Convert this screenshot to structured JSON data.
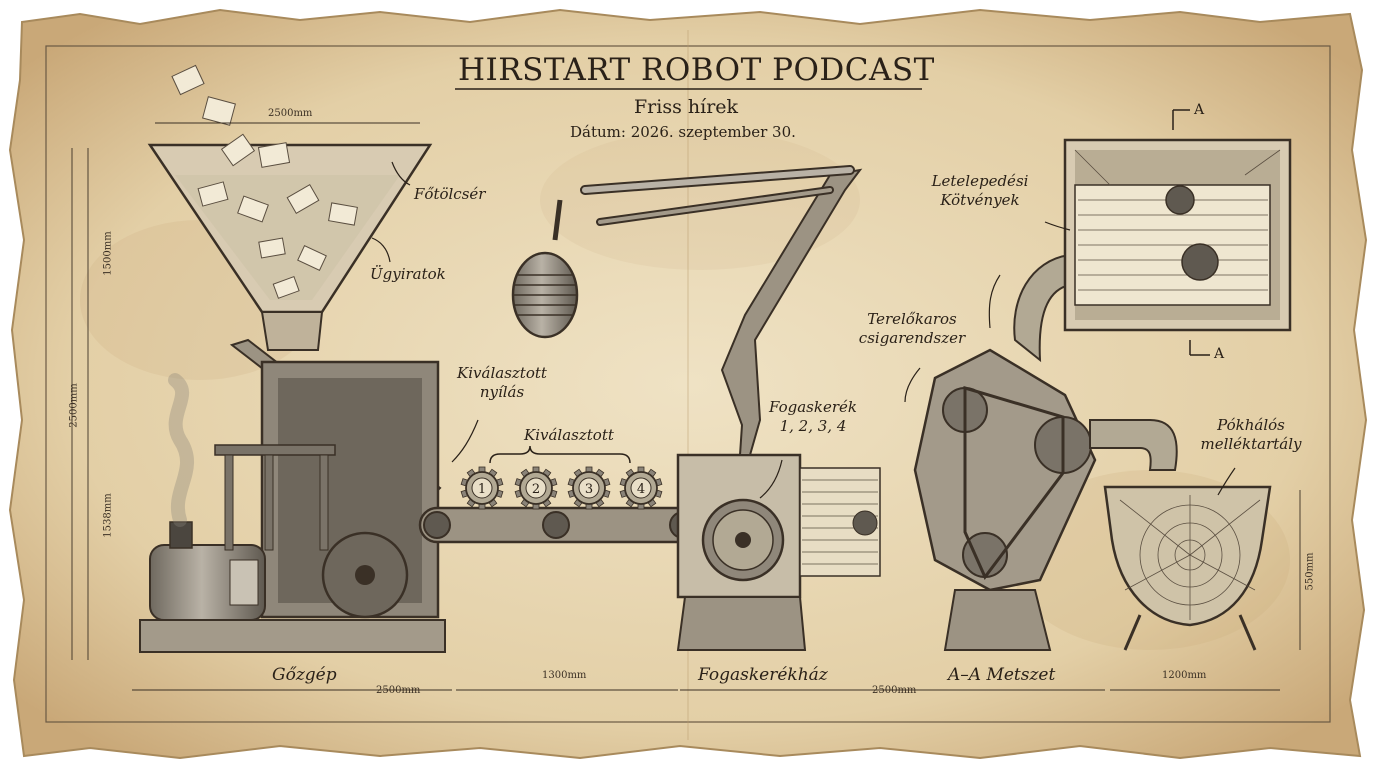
{
  "header": {
    "title": "HIRSTART ROBOT PODCAST",
    "subtitle": "Friss hírek",
    "date": "Dátum: 2026. szeptember 30."
  },
  "labels": {
    "fotolcser": "Főtölcsér",
    "ugyiratok": "Ügyiratok",
    "kivalasztott_nyilas_1": "Kiválasztott",
    "kivalasztott_nyilas_2": "nyílás",
    "kivalasztott": "Kiválasztott",
    "fogaskerek_1": "Fogaskerék",
    "fogaskerek_2": "1, 2, 3, 4",
    "letelepedesi_1": "Letelepedési",
    "letelepedesi_2": "Kötvények",
    "terelokaros_1": "Terelőkaros",
    "terelokaros_2": "csigarendszer",
    "pokhalos_1": "Pókhálós",
    "pokhalos_2": "melléktartály",
    "section_a_top": "A",
    "section_a_bottom": "A"
  },
  "gear_numbers": [
    "1",
    "2",
    "3",
    "4"
  ],
  "captions": {
    "gozgep": "Gőzgép",
    "fogaskerekhaz": "Fogaskerékház",
    "metszet": "A–A Metszet"
  },
  "dimensions": {
    "funnel_width": "2500mm",
    "funnel_height": "1500mm",
    "total_height": "2500mm",
    "engine_height": "1538mm",
    "bottom_left": "2500mm",
    "bottom_mid": "1300mm",
    "bottom_right": "2500mm",
    "tank_width": "1200mm",
    "tank_height": "550mm"
  },
  "colors": {
    "paper": "#e9d9b8",
    "paper_dark": "#c9a878",
    "ink": "#2a2118",
    "metal": "#8a8378"
  }
}
